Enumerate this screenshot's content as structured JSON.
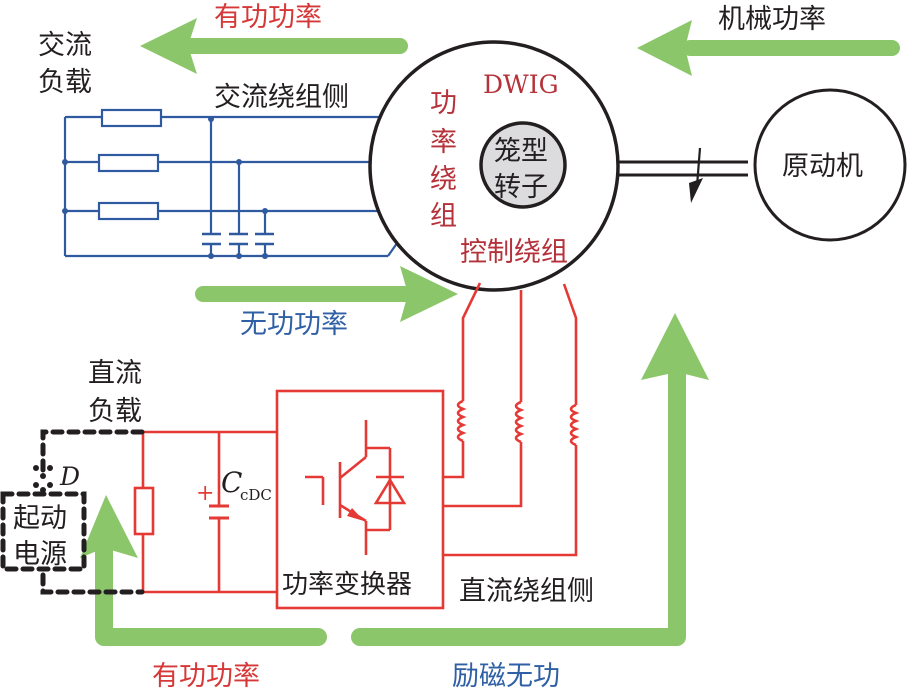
{
  "colors": {
    "arrow_green": "#8cc66a",
    "ac_blue": "#2f5aa0",
    "dc_red": "#e53935",
    "label_red": "#b5323a",
    "active_power_red": "#d63838",
    "reactive_blue": "#2f5fa5",
    "rotor_gray": "#dcdcde",
    "outline_black": "#231f20"
  },
  "labels": {
    "active_power_top": "有功功率",
    "mechanical_power": "机械功率",
    "ac_load_line1": "交流",
    "ac_load_line2": "负载",
    "ac_winding_side": "交流绕组侧",
    "machine_name": "DWIG",
    "power_winding": [
      "功",
      "率",
      "绕",
      "组"
    ],
    "rotor_line1": "笼型",
    "rotor_line2": "转子",
    "prime_mover": "原动机",
    "control_winding": "控制绕组",
    "reactive_power": "无功功率",
    "dc_load_line1": "直流",
    "dc_load_line2": "负载",
    "diode_label": "D",
    "start_source_line1": "起动",
    "start_source_line2": "电源",
    "capacitor_main": "C",
    "capacitor_sub": "cDC",
    "capacitor_plus": "+",
    "converter": "功率变换器",
    "dc_winding_side": "直流绕组侧",
    "active_power_bottom": "有功功率",
    "excitation_reactive": "励磁无功"
  }
}
